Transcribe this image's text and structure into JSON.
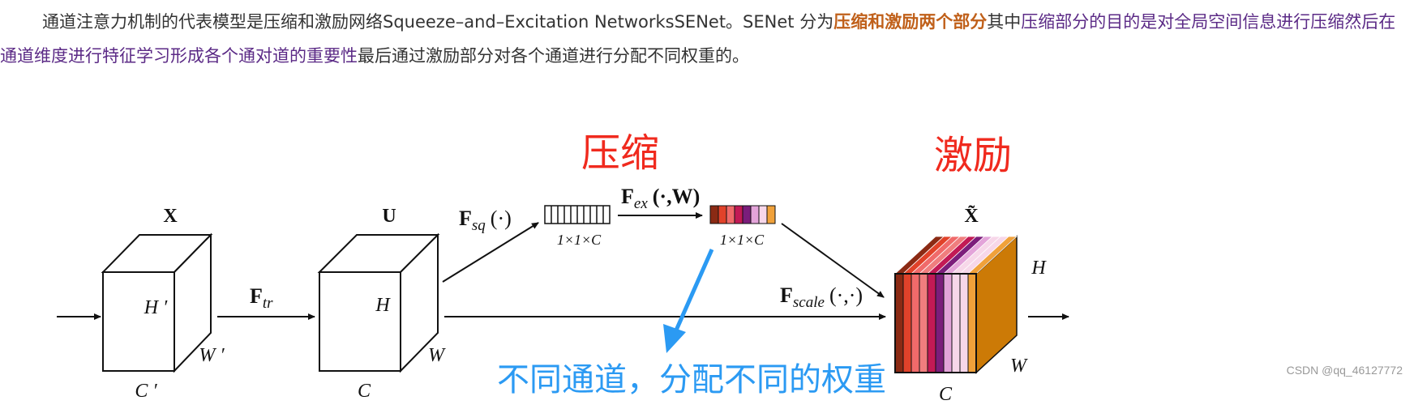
{
  "paragraph": {
    "part1": "通道注意力机制的代表模型是压缩和激励网络Squeeze–and–Excitation NetworksSENet。SENet 分为",
    "part2": "压缩和激励两个部分",
    "part3": "其中",
    "part4": "压缩部分的目的是对全局空间信息进行压缩然后在通道维度进行特征学习形成各个通对道的重要性",
    "part5": "最后通过激励部分对各个通道进行分配不同权重的。"
  },
  "diagram": {
    "label_compress": "压缩",
    "label_excite": "激励",
    "label_weights": "不同通道，分配不同的权重",
    "input_label": "X",
    "input_h": "H ′",
    "input_w": "W ′",
    "input_c": "C ′",
    "ftr_main": "F",
    "ftr_sub": "tr",
    "u_label": "U",
    "u_h": "H",
    "u_w": "W",
    "u_c": "C",
    "fsq_main": "F",
    "fsq_sub": "sq",
    "fsq_args": "(·)",
    "vec1_dim": "1×1×C",
    "fex_main": "F",
    "fex_sub": "ex",
    "fex_args": "(·,W)",
    "vec2_dim": "1×1×C",
    "fscale_main": "F",
    "fscale_sub": "scale",
    "fscale_args": "(·,·)",
    "out_label": "X̃",
    "out_h": "H",
    "out_w": "W",
    "out_c": "C",
    "color_red_text": "#f02a1e",
    "color_blue_text": "#2b9af3",
    "vec2_colors": [
      "#8b2a14",
      "#e1422a",
      "#f06a6a",
      "#c21a55",
      "#7b1d7b",
      "#e3a4d9",
      "#f7d7e9",
      "#f0a13a"
    ],
    "out_stripe_colors": [
      "#8b2a14",
      "#e1422a",
      "#f06a6a",
      "#f07e7e",
      "#c21a55",
      "#7b1d7b",
      "#e3a4d9",
      "#f7d7e9",
      "#f7d7e9",
      "#f0a13a"
    ]
  },
  "watermark": "CSDN @qq_46127772"
}
